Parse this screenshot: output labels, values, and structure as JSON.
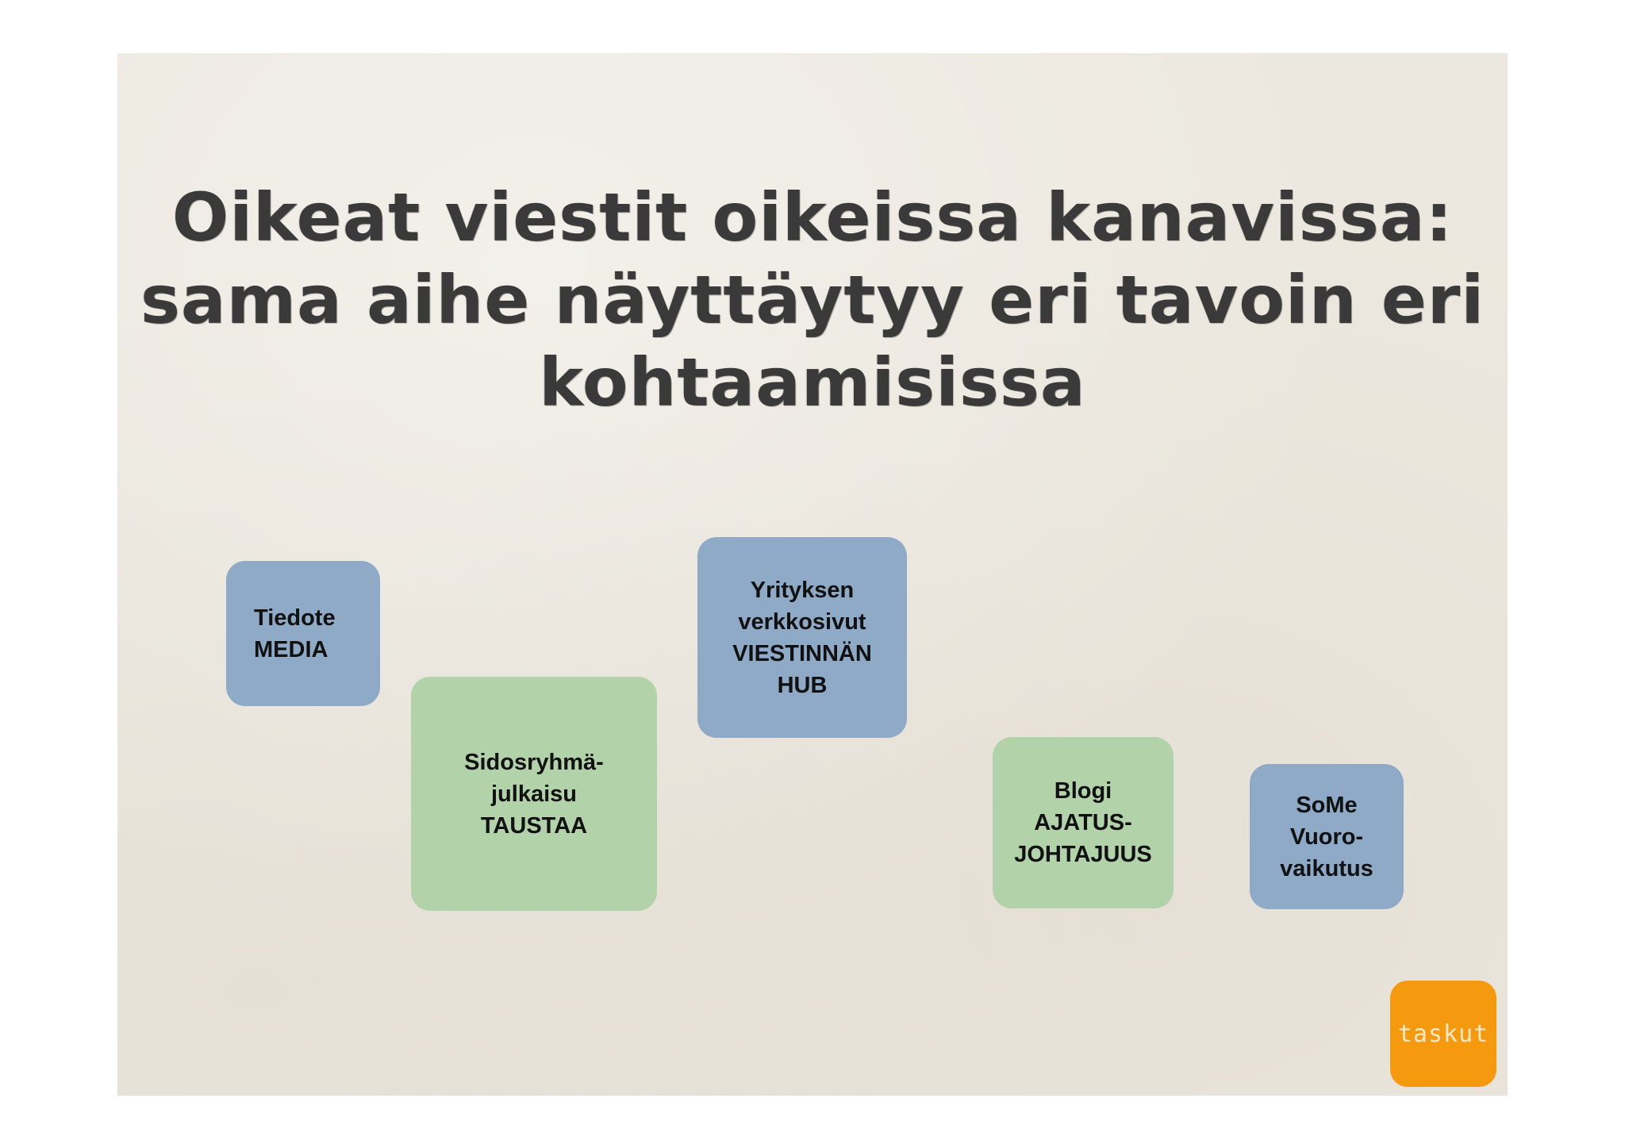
{
  "title": {
    "line1": "Oikeat viestit oikeissa kanavissa:",
    "line2": "sama aihe näyttäytyy eri tavoin eri",
    "line3": "kohtaamisissa"
  },
  "boxes": {
    "tiedote": {
      "line1": "Tiedote",
      "line2": "MEDIA",
      "color": "#8eaac6"
    },
    "sidosryhma": {
      "line1": "Sidosryhmä-",
      "line2": "julkaisu",
      "line3": "TAUSTAA",
      "color": "#b2d2aa"
    },
    "yritys": {
      "line1": "Yrityksen",
      "line2": "verkkosivut",
      "line3": "VIESTINNÄN",
      "line4": "HUB",
      "color": "#8eaac6"
    },
    "blogi": {
      "line1": "Blogi",
      "line2": "AJATUS-",
      "line3": "JOHTAJUUS",
      "color": "#b2d2aa"
    },
    "some": {
      "line1": "SoMe",
      "line2": "Vuoro-",
      "line3": "vaikutus",
      "color": "#8eaac6"
    }
  },
  "logo": {
    "text": "taskut",
    "color": "#f59a0e"
  }
}
